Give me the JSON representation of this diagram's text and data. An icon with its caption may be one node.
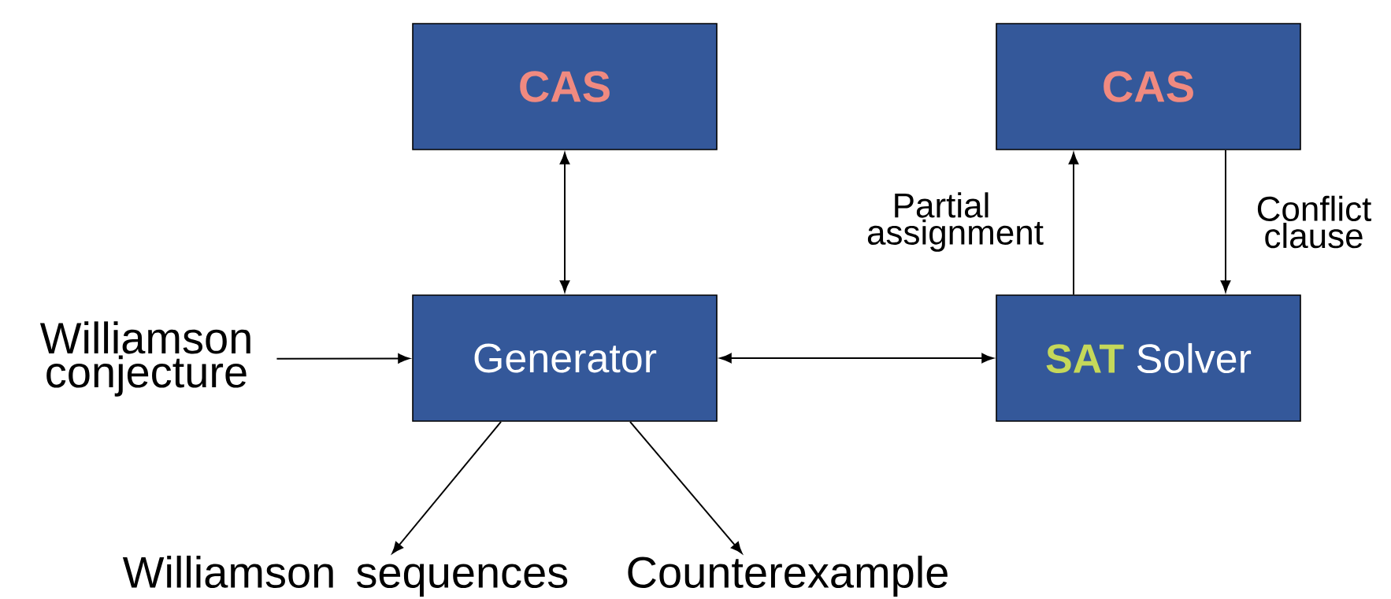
{
  "diagram": {
    "nodes": [
      {
        "text": [
          "CAS"
        ]
      },
      {
        "text": [
          "CAS"
        ]
      },
      {
        "text": [
          "Williamson conjecture"
        ]
      },
      {
        "text": [
          "Generator"
        ]
      },
      {
        "text": [
          "SAT",
          "Solver"
        ]
      },
      {
        "text": [
          "Williamson sequences"
        ]
      },
      {
        "text": [
          "Counterexample"
        ]
      }
    ],
    "edges": [
      {
        "from": 2,
        "to": 3,
        "arrow": "to"
      },
      {
        "from": 0,
        "to": 3,
        "arrow": "both"
      },
      {
        "from": 3,
        "to": 4,
        "arrow": "both"
      },
      {
        "from": 4,
        "to": 1,
        "arrow": "to",
        "label": "Partial assignment"
      },
      {
        "from": 1,
        "to": 4,
        "arrow": "to",
        "label": "Conflict clause"
      },
      {
        "from": 3,
        "to": 5,
        "arrow": "to"
      },
      {
        "from": 3,
        "to": 6,
        "arrow": "to"
      }
    ]
  }
}
